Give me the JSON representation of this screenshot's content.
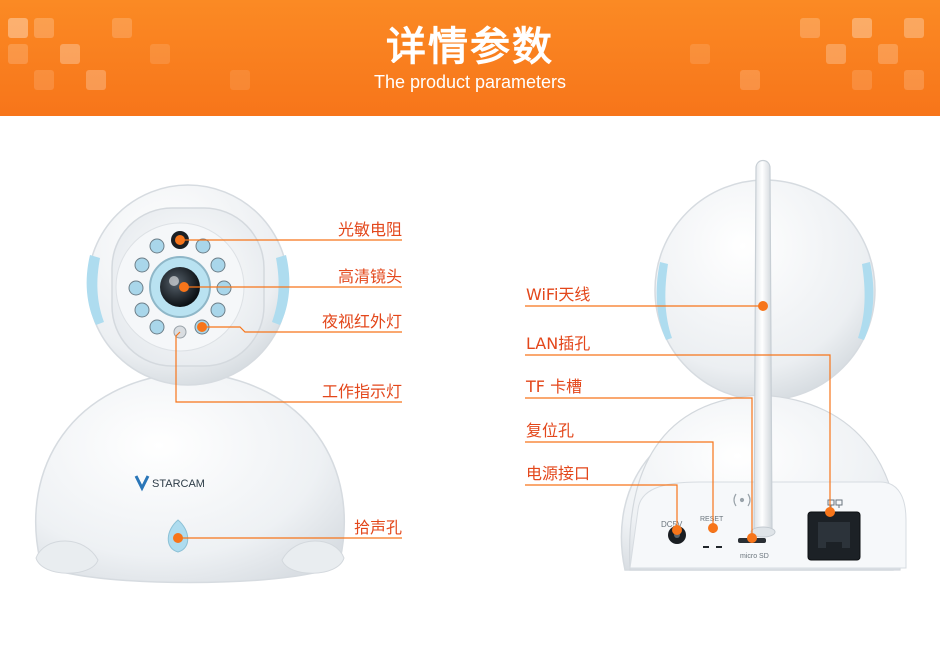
{
  "header": {
    "title": "详情参数",
    "subtitle": "The product parameters"
  },
  "camera_front": {
    "brand": "STARCAM",
    "labels": {
      "light_sensor": "光敏电阻",
      "hd_lens": "高清镜头",
      "ir_light": "夜视红外灯",
      "status_light": "工作指示灯",
      "microphone": "拾声孔"
    }
  },
  "camera_back": {
    "labels": {
      "wifi_antenna": "WiFi天线",
      "lan_port": "LAN插孔",
      "tf_slot": "TF 卡槽",
      "reset_hole": "复位孔",
      "power_port": "电源接口"
    },
    "port_text": {
      "dc": "DC5V",
      "reset": "RESET",
      "micro_sd": "micro SD"
    }
  },
  "colors": {
    "accent": "#f7751a",
    "label_text": "#e3471b",
    "body": "#f4f6f8",
    "trim": "#aedcef"
  }
}
